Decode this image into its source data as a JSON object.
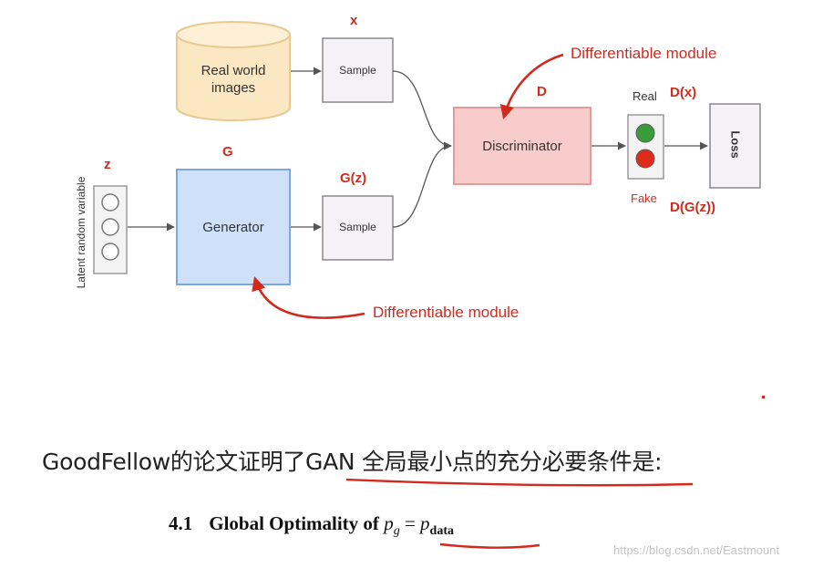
{
  "diagram": {
    "database": {
      "label_line1": "Real world",
      "label_line2": "images"
    },
    "sample_top": {
      "label": "Sample",
      "var": "x"
    },
    "sample_bottom": {
      "label": "Sample",
      "var": "G(z)"
    },
    "generator": {
      "label": "Generator",
      "var": "G"
    },
    "discriminator": {
      "label": "Discriminator",
      "var": "D"
    },
    "latent": {
      "axis_label": "Latent random variable",
      "var": "z"
    },
    "output": {
      "real_label": "Real",
      "fake_label": "Fake",
      "real_var": "D(x)",
      "fake_var": "D(G(z))"
    },
    "loss": {
      "label": "Loss"
    },
    "annotation_top": "Differentiable module",
    "annotation_bottom": "Differentiable module",
    "colors": {
      "database_fill": "#fbe7c2",
      "database_stroke": "#e9c98f",
      "generator_fill": "#cfe0fb",
      "generator_stroke": "#7ea6e3",
      "discriminator_fill": "#f9cccc",
      "discriminator_stroke": "#e49b9b",
      "red_annotation": "#d32a1e",
      "green_light": "#3a9b3a",
      "red_light": "#e02a1a"
    }
  },
  "text": {
    "caption": "GoodFellow的论文证明了GAN 全局最小点的充分必要条件是:",
    "heading_number": "4.1",
    "heading_title": "Global Optimality of",
    "math_p1": "p",
    "math_g": "g",
    "math_eq": " = ",
    "math_p2": "p",
    "math_data": "data",
    "watermark": "https://blog.csdn.net/Eastmount"
  }
}
